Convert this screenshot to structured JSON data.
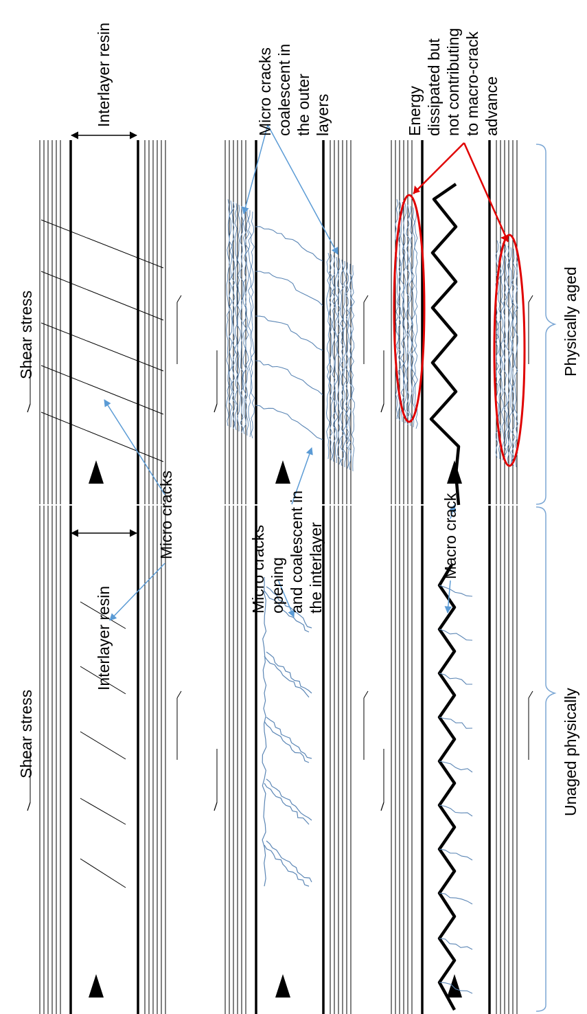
{
  "labels": {
    "shear_stress_unaged": "Shear stress",
    "shear_stress_aged": "Shear stress",
    "interlayer_resin_unaged": "Interlayer resin",
    "interlayer_resin_aged": "Interlayer resin",
    "micro_cracks": "Micro cracks",
    "opening_line1": "Micro cracks",
    "opening_line2": "opening",
    "opening_line3": "and coalescent in",
    "opening_line4": "the interlayer",
    "coalescent_outer_line1": "Micro cracks",
    "coalescent_outer_line2": "coalescent in",
    "coalescent_outer_line3": "the outer",
    "coalescent_outer_line4": "layers",
    "macro_crack": "Macro crack",
    "energy_line1": "Energy",
    "energy_line2": "dissipated but",
    "energy_line3": "not contributing",
    "energy_line4": "to macro-crack",
    "energy_line5": "advance",
    "unaged": "Unaged physically",
    "aged": "Physically aged"
  },
  "colors": {
    "line": "#000000",
    "crack": "#5b86b5",
    "arrow": "#5b9bd5",
    "highlight": "#e00000",
    "brace": "#7aa6d4"
  }
}
